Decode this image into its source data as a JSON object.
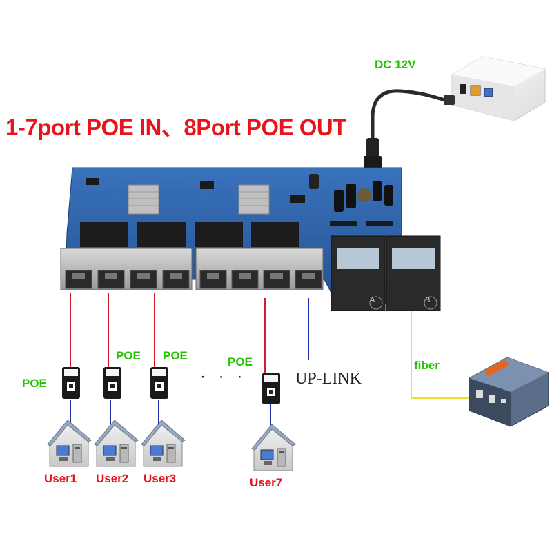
{
  "title": "1-7port POE IN、8Port POE OUT",
  "dc_label": "DC 12V",
  "fiber_label": "fiber",
  "uplink_label": "UP-LINK",
  "dots": "· · ·",
  "poe_labels": [
    "POE",
    "POE",
    "POE",
    "POE"
  ],
  "users": [
    "User1",
    "User2",
    "User3",
    "User7"
  ],
  "module_letters": [
    "A",
    "B"
  ],
  "colors": {
    "title_red": "#e8141c",
    "poe_green": "#22c400",
    "poe_line_red": "#d21c2c",
    "link_line_blue": "#1c2ea8",
    "fiber_line_yellow": "#f0e02a",
    "pcb_blue": "#2a5fa8"
  }
}
